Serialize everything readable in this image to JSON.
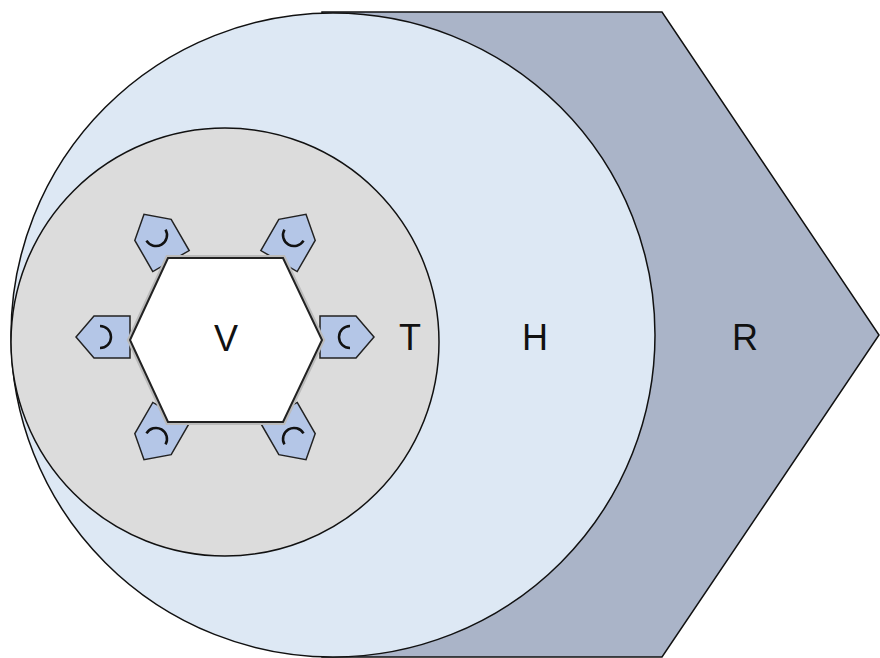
{
  "diagram": {
    "nodes": [
      {
        "text": [
          "R"
        ]
      },
      {
        "text": [
          "H"
        ],
        "in": 0
      },
      {
        "text": [
          "T"
        ],
        "in": 1
      },
      {
        "text": [
          "V"
        ],
        "in": 2
      }
    ]
  }
}
